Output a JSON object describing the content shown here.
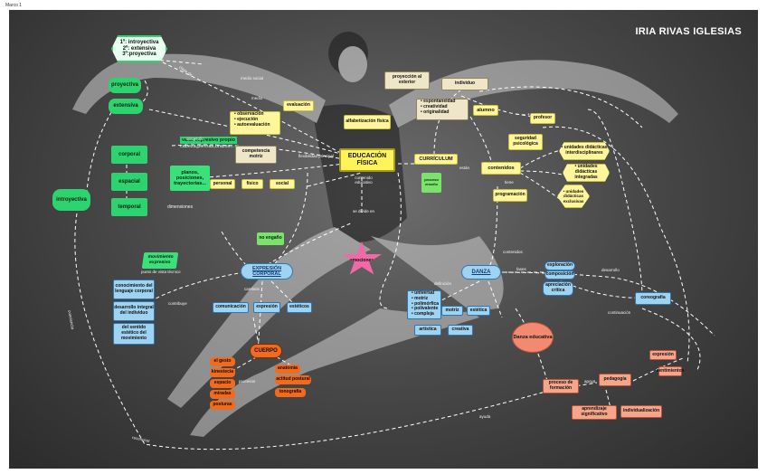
{
  "frame_label": "Marco 1",
  "author": "IRIA RIVAS IGLESIAS",
  "center": "EDUCACIÓN FÍSICA",
  "introyectiva_hex": [
    "1º: introyectiva",
    "2º: extensiva",
    "3º:proyectiva"
  ],
  "green": {
    "proyectiva": "proyectiva",
    "extensiva": "extensiva",
    "corporal": "corporal",
    "espacial": "espacial",
    "temporal": "temporal",
    "introyectiva": "introyectiva",
    "valor": "valor expresivo propio",
    "valor_sub": "cabeza,piernas,brazos...",
    "planos": "planos, posiciones, trayectorias...",
    "movimiento": "movimiento expresivo",
    "no_engaño": "no engaño",
    "proceso": "proceso enseño"
  },
  "yellow": {
    "evaluacion": "evaluación",
    "eval_list": [
      "• observación",
      "• ejecución",
      "• autoevaluación"
    ],
    "alfabetizacion": "alfabetización física",
    "competencia": "competencia motriz",
    "personal": "personal",
    "fisico": "físico",
    "social": "social",
    "alumno": "alumno",
    "profesor": "profesor",
    "seguridad": "seguridad psicológica",
    "curriculum": "CURRÍCULUM",
    "contenidos": "contenidos",
    "programacion": "programación",
    "unidades1": "• unidades didácticas interdisciplinares",
    "unidades2": "• unidades didácticas integradas",
    "unidades3": "• unidades didácticas exclusivas"
  },
  "tan": {
    "proyeccion": "proyección al exterior",
    "individuo": "individuo",
    "cualidades": [
      "• espontaneidad",
      "• creatividad",
      "• originalidad"
    ]
  },
  "blue": {
    "expresion": "EXPRESIÓN CORPORAL",
    "danza": "DANZA",
    "conocimiento": "conocimiento del lenguaje corporal",
    "desarrollo": "desarrollo integral del individuo",
    "sentido": "del sentido estético del movimiento",
    "comunicacion": "comunicación",
    "expresion_b": "expresión",
    "esteticos": "estéticos",
    "universal": [
      "• universal",
      "• motriz",
      "• polimórfica",
      "• polivalente",
      "• compleja"
    ],
    "artistica": "artística",
    "creativa": "creativa",
    "motriz": "motriz",
    "estetica": "estética",
    "exploracion": "exploración",
    "composicion": "composición",
    "apreciacion": "apreciación crítica",
    "coreografia": "coreografía"
  },
  "orange": {
    "cuerpo": "CUERPO",
    "items_left": [
      "el gesto",
      "kinestecia",
      "espacio",
      "miradas",
      "posturas"
    ],
    "items_right": [
      "anatomía",
      "actitud postural",
      "tonografía"
    ]
  },
  "salmon": {
    "danza_educativa": "Danza educativa",
    "proceso_formacion": "proceso de formación",
    "pedagogia": "pedagogía",
    "aprendizaje": "aprendizaje significativo",
    "individualizacion": "individualización",
    "expresion_s": "expresión",
    "sentimientos": "sentimientos"
  },
  "emociones": "emociones",
  "labels": {
    "dimensiones": "dimensiones",
    "medio_social": "medio social",
    "medio": "medio",
    "clase_de": "clase de",
    "desarrollo_l": "desarrollo",
    "se_divide": "se divide en",
    "contenido_educativo": "contenido educativo",
    "punto_vista": "punto de vista técnico",
    "contribuye": "contribuye",
    "cambios": "cambios",
    "procesos": "procesos",
    "fases": "fases",
    "desarrollo_d": "desarrollo",
    "conciencia": "conciencia",
    "reconocer": "reconocer",
    "ayuda": "ayuda",
    "flexibilidad": "flexibilidad principal",
    "estan": "están",
    "tiene": "tiene",
    "definicion": "definición",
    "contenidos_l": "contenidos",
    "continuacion": "continuación",
    "apoya": "apoya"
  }
}
